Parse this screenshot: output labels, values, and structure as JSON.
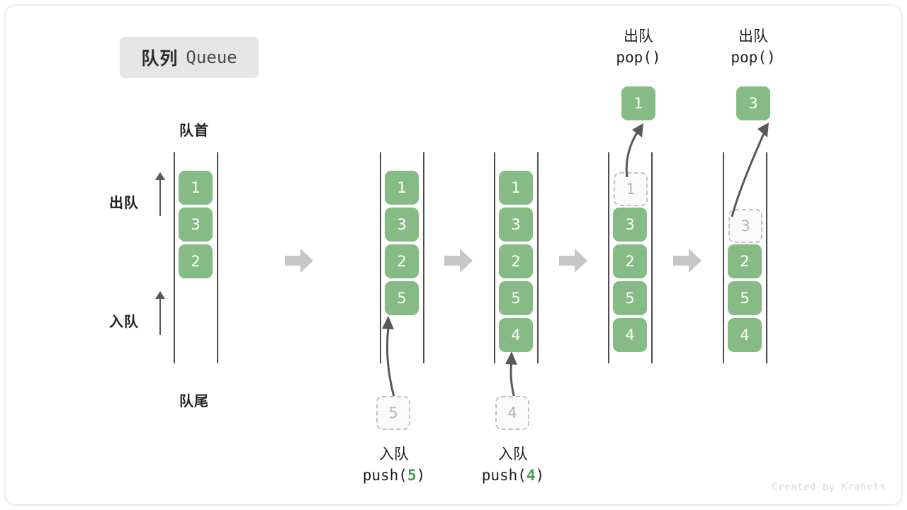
{
  "title": {
    "cn": "队列",
    "en": "Queue"
  },
  "labels": {
    "front": "队首",
    "rear": "队尾",
    "dequeue": "出队",
    "enqueue": "入队"
  },
  "operations": {
    "push5": {
      "cn": "入队",
      "code_prefix": "push(",
      "code_value": "5",
      "code_suffix": ")"
    },
    "push4": {
      "cn": "入队",
      "code_prefix": "push(",
      "code_value": "4",
      "code_suffix": ")"
    },
    "pop1": {
      "cn": "出队",
      "code": "pop()"
    },
    "pop2": {
      "cn": "出队",
      "code": "pop()"
    }
  },
  "ghosts": {
    "push5": "5",
    "push4": "4"
  },
  "popped": {
    "first": "1",
    "second": "3"
  },
  "colors": {
    "cell_fill": "#86bb86",
    "cell_text": "#ffffff",
    "ghost_border": "#c2c2c2",
    "ghost_text": "#b5b5b5",
    "rail": "#4d4d4d",
    "arrow": "#595959",
    "step_arrow": "#c6c6c6",
    "accent_code": "#4a9d4a",
    "badge_bg": "#e6e6e6"
  },
  "chart_data": {
    "type": "diagram",
    "title": "队列 Queue",
    "stages": [
      {
        "name": "initial",
        "cells": [
          "1",
          "3",
          "2"
        ],
        "ghost": null,
        "note": ""
      },
      {
        "name": "after-push5",
        "cells": [
          "1",
          "3",
          "2",
          "5"
        ],
        "ghost": null,
        "note": "push(5)"
      },
      {
        "name": "after-push4",
        "cells": [
          "1",
          "3",
          "2",
          "5",
          "4"
        ],
        "ghost": null,
        "note": "push(4)"
      },
      {
        "name": "pop-1",
        "cells": [
          "3",
          "2",
          "5",
          "4"
        ],
        "ghost": {
          "slot": 0,
          "value": "1"
        },
        "note": "pop() -> 1"
      },
      {
        "name": "pop-3",
        "cells": [
          "2",
          "5",
          "4"
        ],
        "ghost": {
          "slot": 1,
          "value": "3"
        },
        "note": "pop() -> 3"
      }
    ]
  },
  "credit": "Created by Krahets"
}
